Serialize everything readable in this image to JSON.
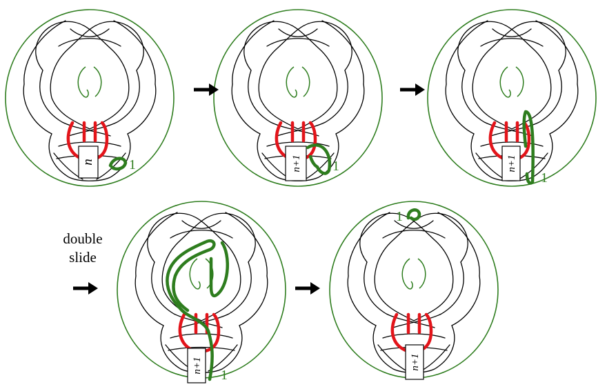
{
  "colors": {
    "green": "#2e7d1e",
    "red": "#e3141a",
    "black": "#000000"
  },
  "panels": [
    {
      "box_label": "n",
      "coef": "1"
    },
    {
      "box_label": "n+1",
      "coef": "1"
    },
    {
      "box_label": "n+1",
      "coef": "1"
    },
    {
      "box_label": "n+1",
      "coef": "1"
    },
    {
      "box_label": "n+1",
      "coef": "1"
    }
  ],
  "double_slide_line1": "double",
  "double_slide_line2": "slide",
  "arrows": [
    "arrow-right-icon",
    "arrow-right-icon",
    "arrow-right-icon",
    "arrow-right-icon"
  ]
}
